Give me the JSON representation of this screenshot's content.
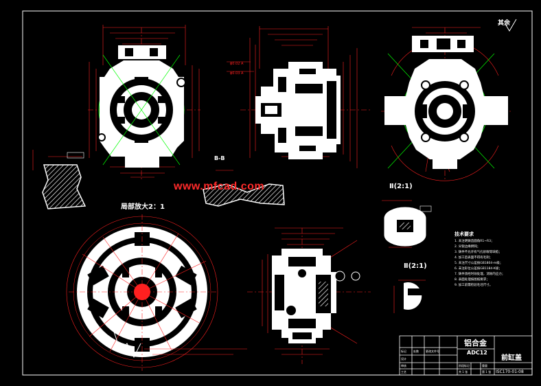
{
  "drawing": {
    "watermark": "www.mfcad.com",
    "roughness_note": "其余",
    "section_label": "B-B",
    "detail_view_title": "局部放大2：1",
    "detail_II_1": "Ⅱ(2:1)",
    "detail_II_2": "Ⅱ(2:1)",
    "tech_req_title": "技术要求",
    "tech_req_lines": [
      "1. 未注明铸造圆角R1~R3；",
      "2. 尖锐边缘倒钝；",
      "3. 铸件不允许有气孔砂眼等缺陷；",
      "4. 加工后表面不得有毛刺；",
      "5. 未注尺寸公差按GB1804-m级；",
      "6. 未注形位公差按GB1184-K级；",
      "7. 铸件须经时效处理，消除内应力；",
      "8. 表面处理按图纸要求；",
      "9. 加工前需检验毛坯尺寸。"
    ]
  },
  "title_block": {
    "material": "铝合金",
    "material_grade": "ADC12",
    "part_name": "前缸盖",
    "drawing_no": "ISC170-01-08"
  },
  "colors": {
    "background": "#000000",
    "outline": "#ffffff",
    "dimension": "#ff2020",
    "centerline": "#ff3030",
    "circle": "#00ff00",
    "section": "#ffffff",
    "watermark": "#ff2a2a"
  }
}
